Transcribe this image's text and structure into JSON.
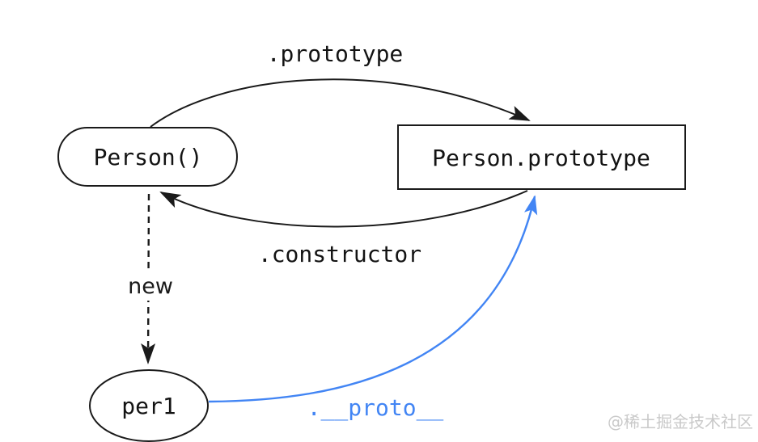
{
  "diagram": {
    "title_context": "JavaScript constructor / prototype relationship diagram",
    "colors": {
      "background": "#ffffff",
      "stroke": "#1a1a1a",
      "text": "#131313",
      "highlight_blue": "#4285f4",
      "watermark_gray": "#c9c9c9"
    },
    "nodes": [
      {
        "id": "person-function",
        "label": "Person()",
        "shape": "stadium"
      },
      {
        "id": "person-prototype",
        "label": "Person.prototype",
        "shape": "rectangle"
      },
      {
        "id": "per1-instance",
        "label": "per1",
        "shape": "ellipse"
      }
    ],
    "edges": [
      {
        "from": "person-function",
        "to": "person-prototype",
        "label": ".prototype",
        "style": "solid-curve",
        "color": "#1a1a1a"
      },
      {
        "from": "person-prototype",
        "to": "person-function",
        "label": ".constructor",
        "style": "solid-curve",
        "color": "#1a1a1a"
      },
      {
        "from": "person-function",
        "to": "per1-instance",
        "label": "new",
        "style": "dashed-straight",
        "color": "#1a1a1a"
      },
      {
        "from": "per1-instance",
        "to": "person-prototype",
        "label": ".__proto__",
        "style": "solid-curve",
        "color": "#4285f4"
      }
    ],
    "watermark": "@稀土掘金技术社区"
  }
}
